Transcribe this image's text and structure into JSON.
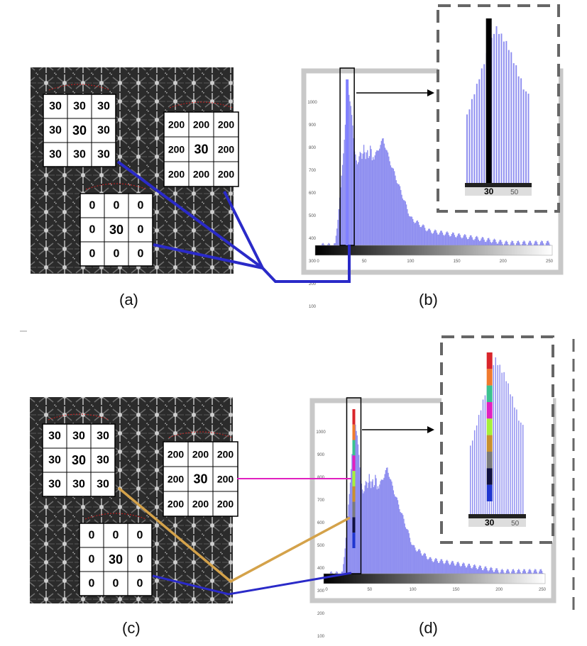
{
  "panels": [
    {
      "label": "(a)",
      "grids": [
        [
          "30",
          "30",
          "30",
          "30",
          "30",
          "30",
          "30",
          "30",
          "30"
        ],
        [
          "200",
          "200",
          "200",
          "200",
          "30",
          "200",
          "200",
          "200",
          "200"
        ],
        [
          "0",
          "0",
          "0",
          "0",
          "30",
          "0",
          "0",
          "0",
          "0"
        ]
      ]
    },
    {
      "label": "(b)",
      "histogram_ticks": [
        "0",
        "50",
        "100",
        "150",
        "200",
        "250"
      ],
      "y_ticks": [
        "1000",
        "900",
        "800",
        "700",
        "600",
        "500",
        "400",
        "300",
        "200",
        "100"
      ],
      "zoom_labels": [
        "30",
        "50"
      ]
    },
    {
      "label": "(c)",
      "grids": [
        [
          "30",
          "30",
          "30",
          "30",
          "30",
          "30",
          "30",
          "30",
          "30"
        ],
        [
          "200",
          "200",
          "200",
          "200",
          "30",
          "200",
          "200",
          "200",
          "200"
        ],
        [
          "0",
          "0",
          "0",
          "0",
          "30",
          "0",
          "0",
          "0",
          "0"
        ]
      ]
    },
    {
      "label": "(d)",
      "histogram_ticks": [
        "0",
        "50",
        "100",
        "150",
        "200",
        "250"
      ],
      "y_ticks": [
        "1000",
        "900",
        "800",
        "700",
        "600",
        "500",
        "400",
        "300",
        "200",
        "100"
      ],
      "zoom_labels": [
        "30",
        "50"
      ],
      "bin_segment_colors": [
        "#d9252b",
        "#f07a2e",
        "#3bc28f",
        "#e020c0",
        "#a6f03a",
        "#c8902e",
        "#7a7a7a",
        "#101040",
        "#2036d0"
      ]
    }
  ],
  "colors": {
    "histogram_fill": "#8f8ff0",
    "link_blue": "#2a2ac8",
    "link_magenta": "#e020c0",
    "link_orange": "#d4a24a",
    "dashed_border": "#666666"
  }
}
